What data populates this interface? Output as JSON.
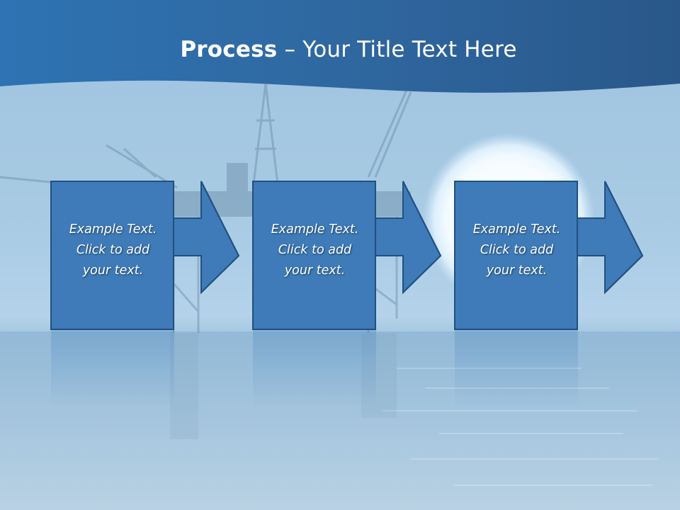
{
  "slide": {
    "title_bold": "Process",
    "title_rest": " – Your Title Text Here"
  },
  "steps": [
    {
      "line1": "Example Text.",
      "line2": "Click  to add",
      "line3": "your text."
    },
    {
      "line1": "Example Text.",
      "line2": "Click  to add",
      "line3": "your text."
    },
    {
      "line1": "Example Text.",
      "line2": "Click  to add",
      "line3": "your text."
    }
  ],
  "colors": {
    "header": "#2f6aa3",
    "box_fill": "#3e7bb8",
    "box_stroke": "#21507f"
  }
}
